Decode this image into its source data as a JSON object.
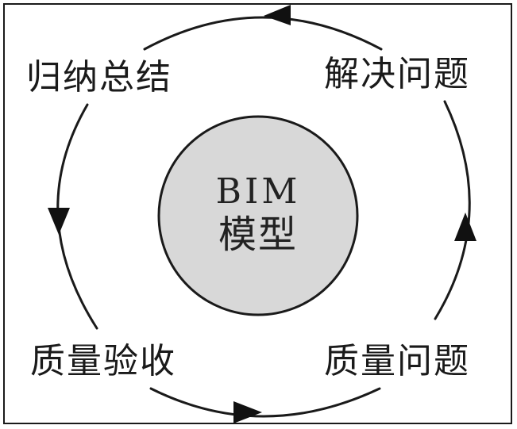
{
  "center": {
    "line1": "BIM",
    "line2": "模型",
    "fill_color": "#d8d8d8",
    "stroke_color": "#1a1a1a"
  },
  "stages": {
    "top_right": "解决问题",
    "bottom_right": "质量问题",
    "bottom_left": "质量验收",
    "top_left": "归纳总结"
  },
  "cycle": {
    "direction": "counter-clockwise",
    "arrow_color": "#111111"
  }
}
